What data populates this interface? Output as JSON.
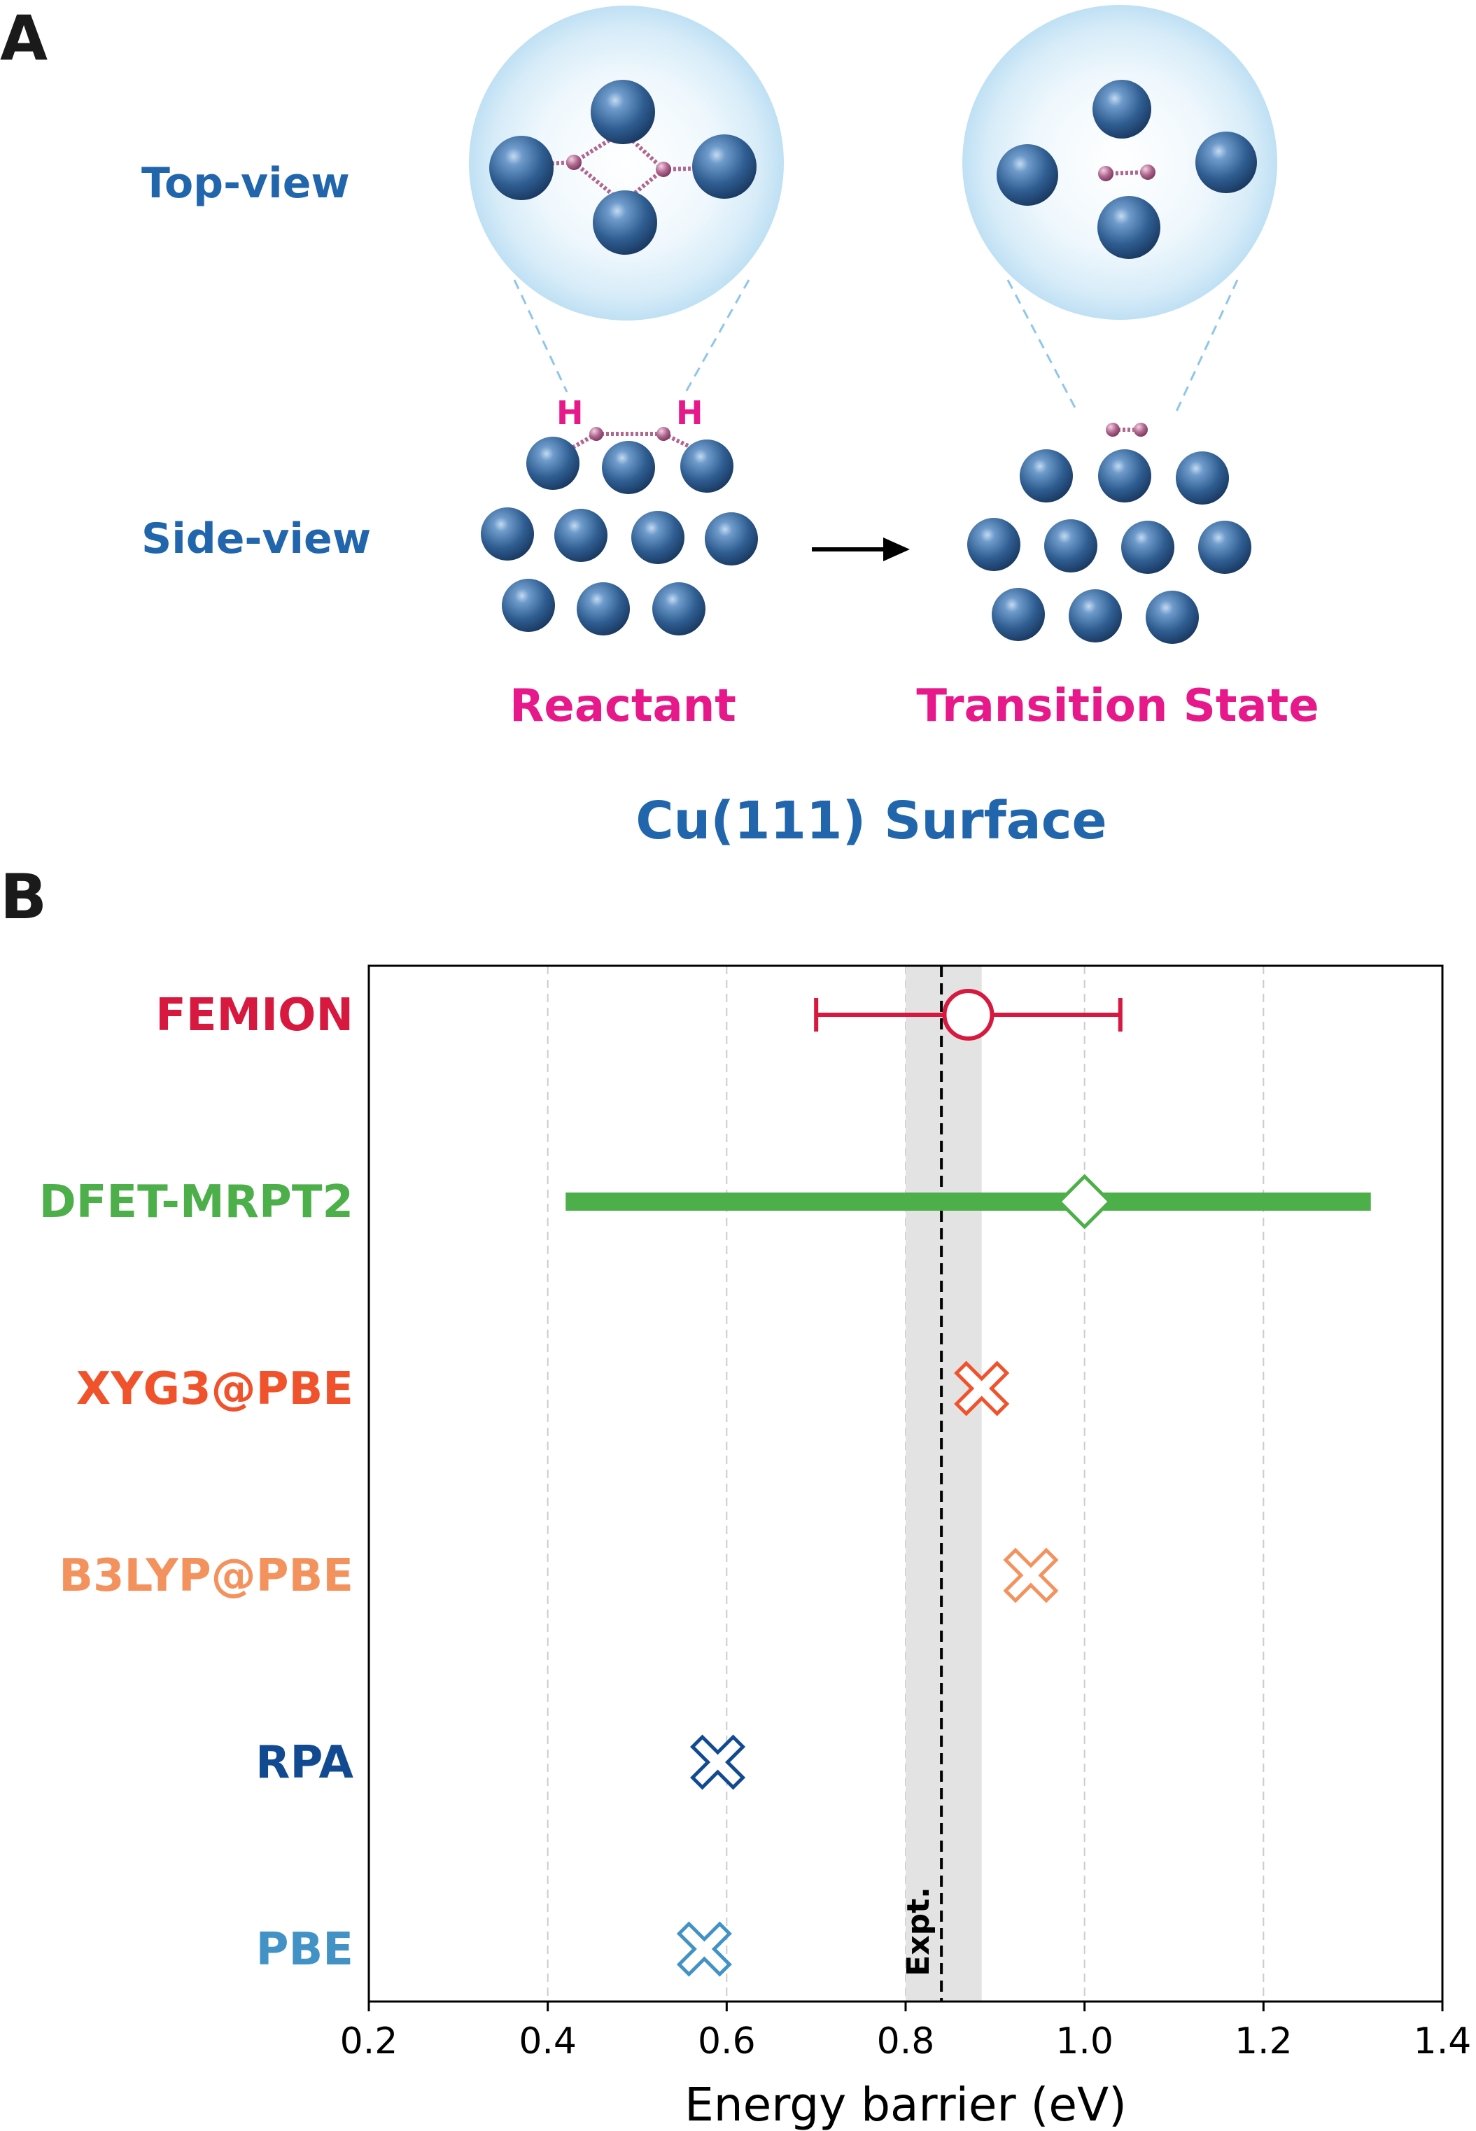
{
  "panel_a": {
    "letter": "A",
    "top_view_label": "Top-view",
    "side_view_label": "Side-view",
    "atom_label_h1": "H",
    "atom_label_h2": "H",
    "reactant_label": "Reactant",
    "transition_label": "Transition State",
    "surface_label": "Cu(111) Surface"
  },
  "panel_b": {
    "letter": "B"
  },
  "colors": {
    "blue_text": "#2166ac",
    "magenta_text": "#e6188a",
    "cu_atom": "#2f5d91",
    "h_atom": "#b0668f",
    "bubble": "#cfe7f7"
  },
  "chart_data": {
    "type": "scatter",
    "xlabel": "Energy barrier (eV)",
    "ylabel": "",
    "xlim": [
      0.2,
      1.4
    ],
    "x_ticks": [
      "0.2",
      "0.4",
      "0.6",
      "0.8",
      "1.0",
      "1.2",
      "1.4"
    ],
    "grid": "vertical dashed",
    "reference": {
      "label": "Expt.",
      "value": 0.84,
      "band": [
        0.8,
        0.885
      ]
    },
    "methods": [
      {
        "name": "FEMION",
        "color": "#d7193f",
        "marker": "circle",
        "value": 0.87,
        "err_low": 0.7,
        "err_high": 1.04,
        "err_style": "capped"
      },
      {
        "name": "DFET-MRPT2",
        "color": "#4daf4a",
        "marker": "diamond",
        "value": 1.0,
        "err_low": 0.42,
        "err_high": 1.32,
        "err_style": "bar"
      },
      {
        "name": "XYG3@PBE",
        "color": "#f0522c",
        "marker": "x",
        "value": 0.885
      },
      {
        "name": "B3LYP@PBE",
        "color": "#f4925e",
        "marker": "x",
        "value": 0.94
      },
      {
        "name": "RPA",
        "color": "#124a92",
        "marker": "x",
        "value": 0.59
      },
      {
        "name": "PBE",
        "color": "#4292c6",
        "marker": "x",
        "value": 0.575
      }
    ]
  }
}
